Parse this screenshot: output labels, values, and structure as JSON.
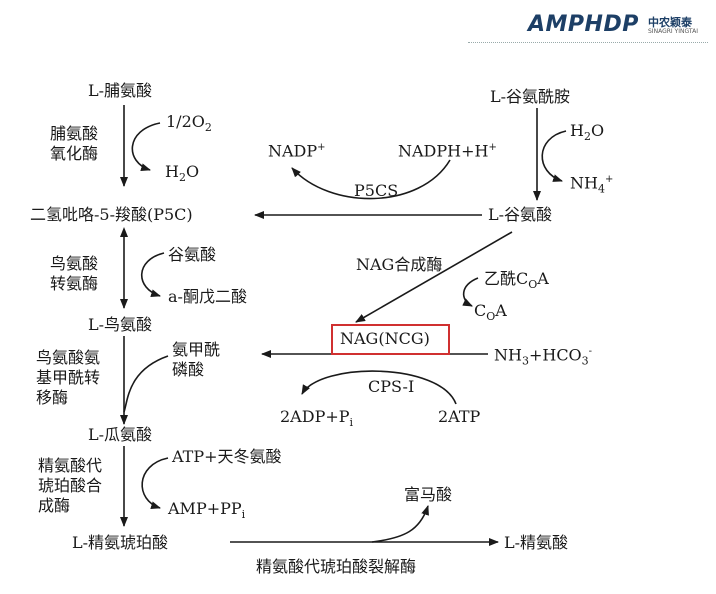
{
  "header": {
    "logo_text": "AMPHDP",
    "logo_cn": "中农颖泰",
    "logo_en": "SINAGRI YINGTAI",
    "brand_color": "#1d3f66"
  },
  "diagram": {
    "left_column": {
      "proline": "L-脯氨酸",
      "proline_enzyme": "脯氨酸\n氧化酶",
      "o2": "1/2O",
      "o2_sub": "2",
      "water1": "H",
      "water1_sub": "2",
      "water1_tail": "O",
      "p5c": "二氢吡咯-5-羧酸(P5C)",
      "oat_enzyme": "鸟氨酸\n转氨酶",
      "glutamate_side": "谷氨酸",
      "akg": "a-酮戊二酸",
      "ornithine": "L-鸟氨酸",
      "otc_enzyme": "鸟氨酸氨\n基甲酰转\n移酶",
      "carbamoyl_phosphate": "氨甲酰\n磷酸",
      "citrulline": "L-瓜氨酸",
      "ass_enzyme": "精氨酸代\n琥珀酸合\n成酶",
      "atp_asp": "ATP+天冬氨酸",
      "amp_ppi": "AMP+PP",
      "amp_ppi_sub": "i",
      "argininosuccinate": "L-精氨琥珀酸"
    },
    "right_column": {
      "glutamine": "L-谷氨酰胺",
      "water2": "H",
      "water2_sub": "2",
      "water2_tail": "O",
      "nh4": "NH",
      "nh4_sub": "4",
      "nh4_sup": "+",
      "glutamate": "L-谷氨酸",
      "nadp": "NADP",
      "nadp_sup": "+",
      "nadph": "NADPH+H",
      "nadph_sup": "+",
      "p5cs": "P5CS",
      "nag_synthase": "NAG合成酶",
      "acetyl_coa": "乙酰C",
      "acetyl_coa_sub": "O",
      "acetyl_coa_tail": "A",
      "coa": "C",
      "coa_sub": "O",
      "coa_tail": "A",
      "nag": "NAG(NCG)",
      "nh3_hco3": "NH",
      "nh3_sub": "3",
      "nh3_mid": "+HCO",
      "hco3_sub": "3",
      "hco3_sup": "-",
      "cps": "CPS-I",
      "adp_pi": "2ADP+P",
      "adp_pi_sub": "i",
      "atp2": "2ATP",
      "fumarate": "富马酸",
      "arginine": "L-精氨酸",
      "asl_enzyme": "精氨酸代琥珀酸裂解酶"
    },
    "colors": {
      "ink": "#1a1a1a",
      "highlight_box": "#d03030"
    }
  }
}
